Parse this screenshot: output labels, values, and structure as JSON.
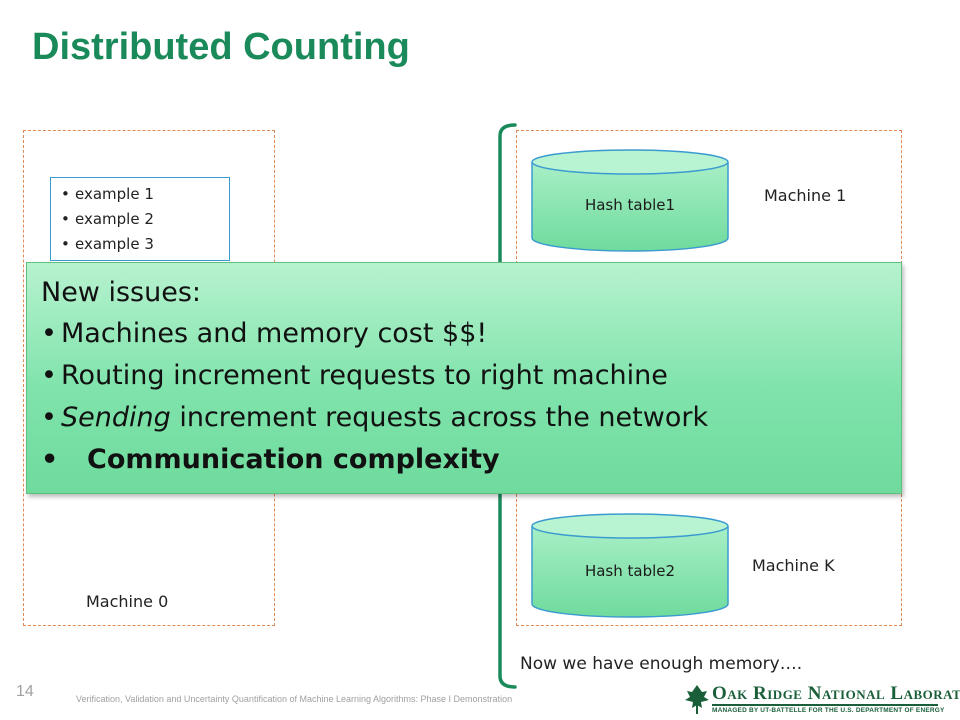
{
  "slide": {
    "title": "Distributed Counting",
    "page_number": "14",
    "footer": "Verification, Validation and Uncertainty Quantification of Machine Learning Algorithms: Phase I Demonstration"
  },
  "machine0": {
    "label": "Machine 0",
    "examples": [
      "example 1",
      "example 2",
      "example 3"
    ]
  },
  "machines": [
    {
      "label": "Machine 1",
      "table": "Hash table1"
    },
    {
      "label": "Machine K",
      "table": "Hash table2"
    }
  ],
  "note": "Now we have enough memory….",
  "popup": {
    "heading": "New issues:",
    "item1": "Machines and memory cost $$!",
    "item2": "Routing increment requests to right machine",
    "item3_em": "Sending",
    "item3_rest": " increment requests across the network",
    "item4": "Communication complexity"
  },
  "logo": {
    "name": "Oak Ridge National Laboratory",
    "tagline": "MANAGED BY UT-BATTELLE FOR THE U.S. DEPARTMENT OF ENERGY"
  },
  "colors": {
    "title": "#1a8a5a",
    "popup_fill": "#7fe3ab",
    "cylinder_fill": "#7fe3ab",
    "dashed_border": "#e08a55",
    "brace": "#1a8a5a"
  }
}
